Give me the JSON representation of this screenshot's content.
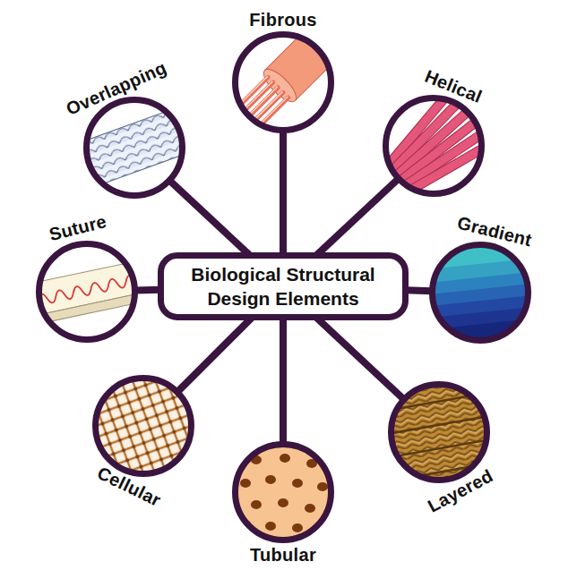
{
  "diagram": {
    "nodes": [
      {
        "text": [
          "Biological Structural Design Elements"
        ]
      },
      {
        "text": [
          "Fibrous"
        ]
      },
      {
        "text": [
          "Helical"
        ]
      },
      {
        "text": [
          "Gradient"
        ]
      },
      {
        "text": [
          "Layered"
        ]
      },
      {
        "text": [
          "Tubular"
        ]
      },
      {
        "text": [
          "Cellular"
        ]
      },
      {
        "text": [
          "Suture"
        ]
      },
      {
        "text": [
          "Overlapping"
        ]
      }
    ],
    "edges": [
      {
        "from": 0,
        "to": 1,
        "arrow": "none"
      },
      {
        "from": 0,
        "to": 2,
        "arrow": "none"
      },
      {
        "from": 0,
        "to": 3,
        "arrow": "none"
      },
      {
        "from": 0,
        "to": 4,
        "arrow": "none"
      },
      {
        "from": 0,
        "to": 5,
        "arrow": "none"
      },
      {
        "from": 0,
        "to": 6,
        "arrow": "none"
      },
      {
        "from": 0,
        "to": 7,
        "arrow": "none"
      },
      {
        "from": 0,
        "to": 8,
        "arrow": "none"
      }
    ]
  }
}
